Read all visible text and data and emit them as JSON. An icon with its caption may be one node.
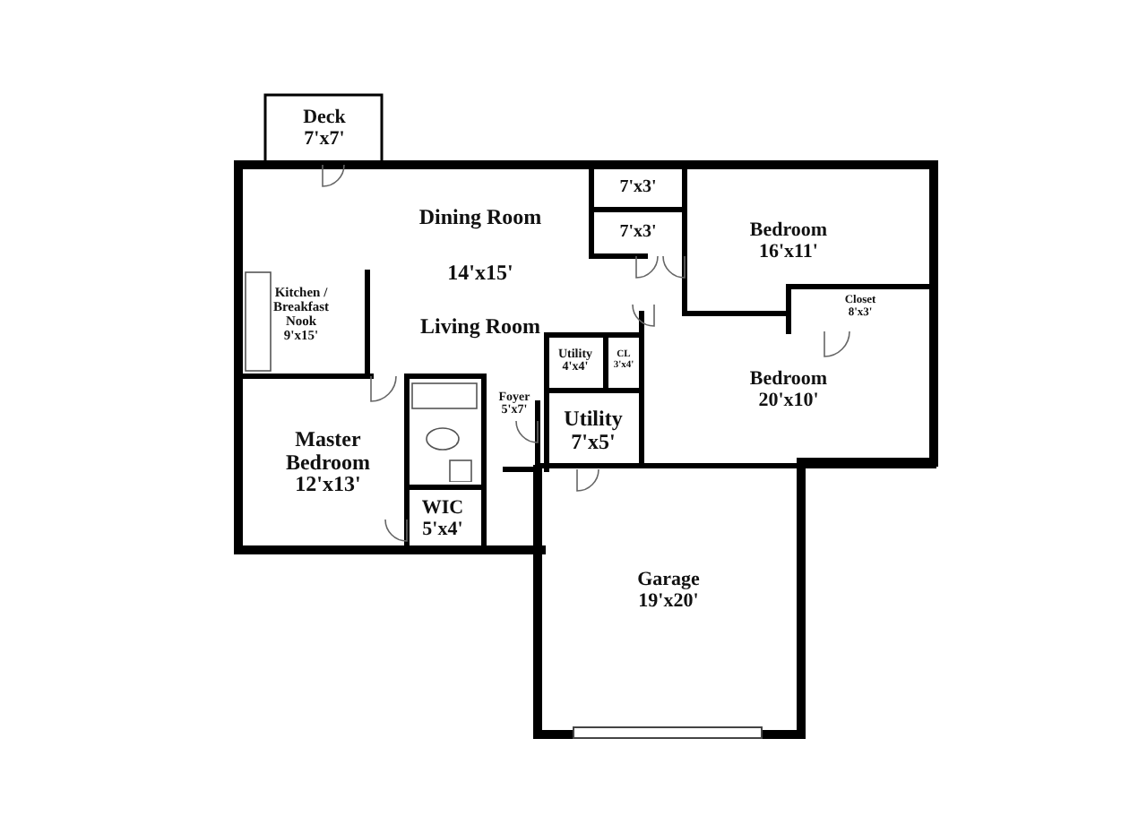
{
  "diagram": {
    "nodes": [
      {
        "text": [
          "Deck",
          "7'x7'"
        ]
      },
      {
        "text": [
          "Dining Room",
          "14'x15'",
          "Living Room"
        ]
      },
      {
        "text": [
          "Kitchen / Breakfast Nook",
          "9'x15'"
        ]
      },
      {
        "text": [
          "7'x3'"
        ]
      },
      {
        "text": [
          "7'x3'"
        ]
      },
      {
        "text": [
          "Bedroom",
          "16'x11'"
        ]
      },
      {
        "text": [
          "Closet",
          "8'x3'"
        ]
      },
      {
        "text": [
          "Bedroom",
          "20'x10'"
        ]
      },
      {
        "text": [
          "Utility",
          "4'x4'"
        ]
      },
      {
        "text": [
          "CL",
          "3'x4'"
        ]
      },
      {
        "text": [
          "Foyer",
          "5'x7'"
        ]
      },
      {
        "text": [
          "Utility",
          "7'x5'"
        ]
      },
      {
        "text": [
          "Master Bedroom",
          "12'x13'"
        ]
      },
      {
        "text": [],
        "shape": "box"
      },
      {
        "text": [
          "WIC",
          "5'x4'"
        ]
      },
      {
        "text": [
          "Garage",
          "19'x20'"
        ]
      }
    ]
  }
}
